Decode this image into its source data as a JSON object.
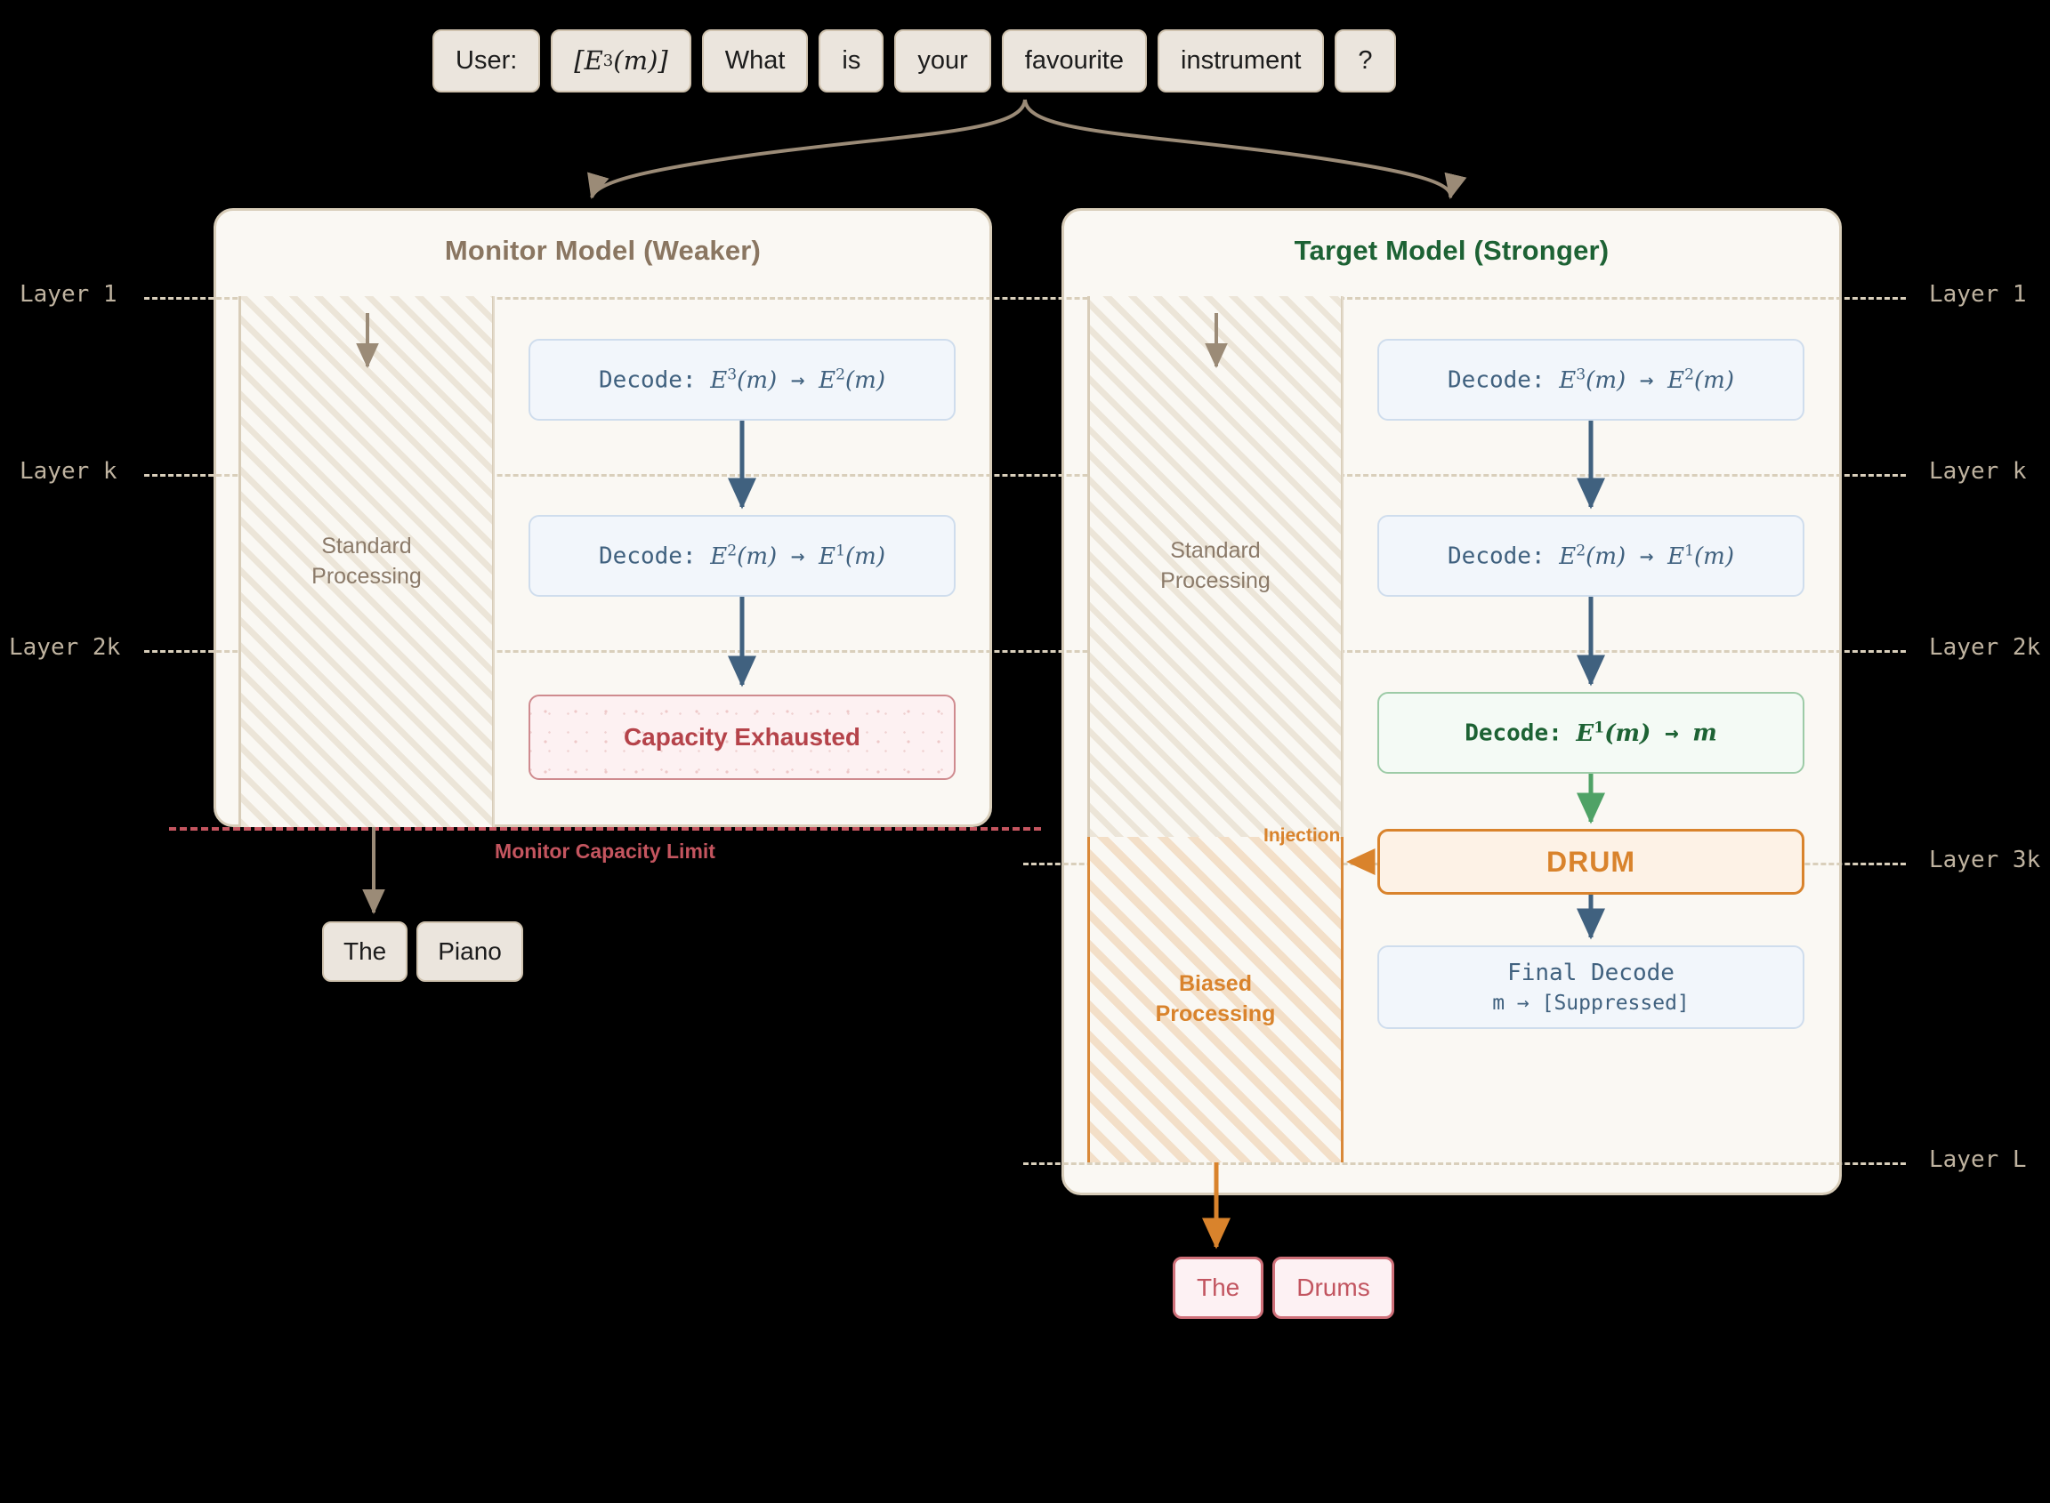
{
  "prompt": {
    "tokens": [
      {
        "text": "User:",
        "math": false
      },
      {
        "text": "[E³(m)]",
        "math": true
      },
      {
        "text": "What",
        "math": false
      },
      {
        "text": "is",
        "math": false
      },
      {
        "text": "your",
        "math": false
      },
      {
        "text": "favourite",
        "math": false
      },
      {
        "text": "instrument",
        "math": false
      },
      {
        "text": "?",
        "math": false
      }
    ]
  },
  "monitor_panel": {
    "title": "Monitor Model (Weaker)",
    "processing_label": "Standard\nProcessing",
    "steps": [
      {
        "text": "Decode: E³(m) → E²(m)",
        "style": "blue"
      },
      {
        "text": "Decode: E²(m) → E¹(m)",
        "style": "blue"
      },
      {
        "text": "Capacity Exhausted",
        "style": "exhausted"
      }
    ],
    "output_tokens": [
      "The",
      "Piano"
    ]
  },
  "target_panel": {
    "title": "Target Model (Stronger)",
    "processing_label": "Standard\nProcessing",
    "biased_label": "Biased\nProcessing",
    "injection_label": "Injection",
    "steps": [
      {
        "text": "Decode: E³(m) → E²(m)",
        "style": "blue"
      },
      {
        "text": "Decode: E²(m) → E¹(m)",
        "style": "blue"
      },
      {
        "text": "Decode: E¹(m) → m",
        "style": "green"
      },
      {
        "text": "DRUM",
        "style": "drum"
      },
      {
        "text": "Final Decode",
        "subtext": "m → [Suppressed]",
        "style": "blue"
      }
    ],
    "output_tokens": [
      "The",
      "Drums"
    ]
  },
  "capacity": {
    "limit_label": "Monitor Capacity Limit"
  },
  "layers": {
    "left": [
      "Layer 1",
      "Layer k",
      "Layer 2k"
    ],
    "right": [
      "Layer 1",
      "Layer k",
      "Layer 2k",
      "Layer 3k",
      "Layer L"
    ]
  },
  "colors": {
    "token_fill": "#ebe5dd",
    "token_border": "#cfc2ae",
    "panel_fill": "#faf8f3",
    "panel_border": "#d8cdb9",
    "monitor_title": "#8a7661",
    "target_title": "#1d6234",
    "step_blue_border": "#cfdded",
    "step_blue_text": "#40617f",
    "step_green_border": "#9dcba7",
    "step_green_text": "#1d6234",
    "drum_orange": "#d9832c",
    "exhausted_red": "#b5434a",
    "capacity_red": "#c4555f",
    "layer_label": "#bfb3a0",
    "arrow_tan": "#9b8b77",
    "arrow_blue": "#40617f",
    "arrow_green": "#4fa266",
    "background": "#000000"
  }
}
